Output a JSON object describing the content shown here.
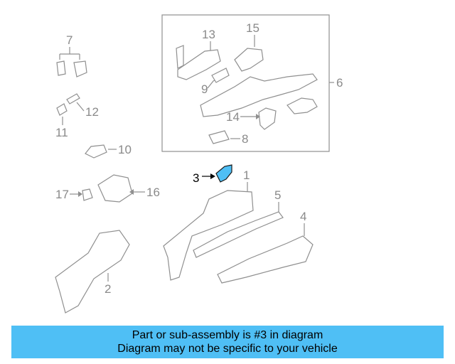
{
  "labels": {
    "p1": "1",
    "p2": "2",
    "p3": "3",
    "p4": "4",
    "p5": "5",
    "p6": "6",
    "p7": "7",
    "p8": "8",
    "p9": "9",
    "p10": "10",
    "p11": "11",
    "p12": "12",
    "p13": "13",
    "p14": "14",
    "p15": "15",
    "p16": "16",
    "p17": "17"
  },
  "highlight_part": "3",
  "colors": {
    "highlight_part": "#4fbff5",
    "caption_background": "#4fbff5",
    "line_art": "#8f8f8f"
  },
  "caption": {
    "line1": "Part or sub-assembly is #3 in diagram",
    "line2": "Diagram may not be specific to your vehicle"
  }
}
